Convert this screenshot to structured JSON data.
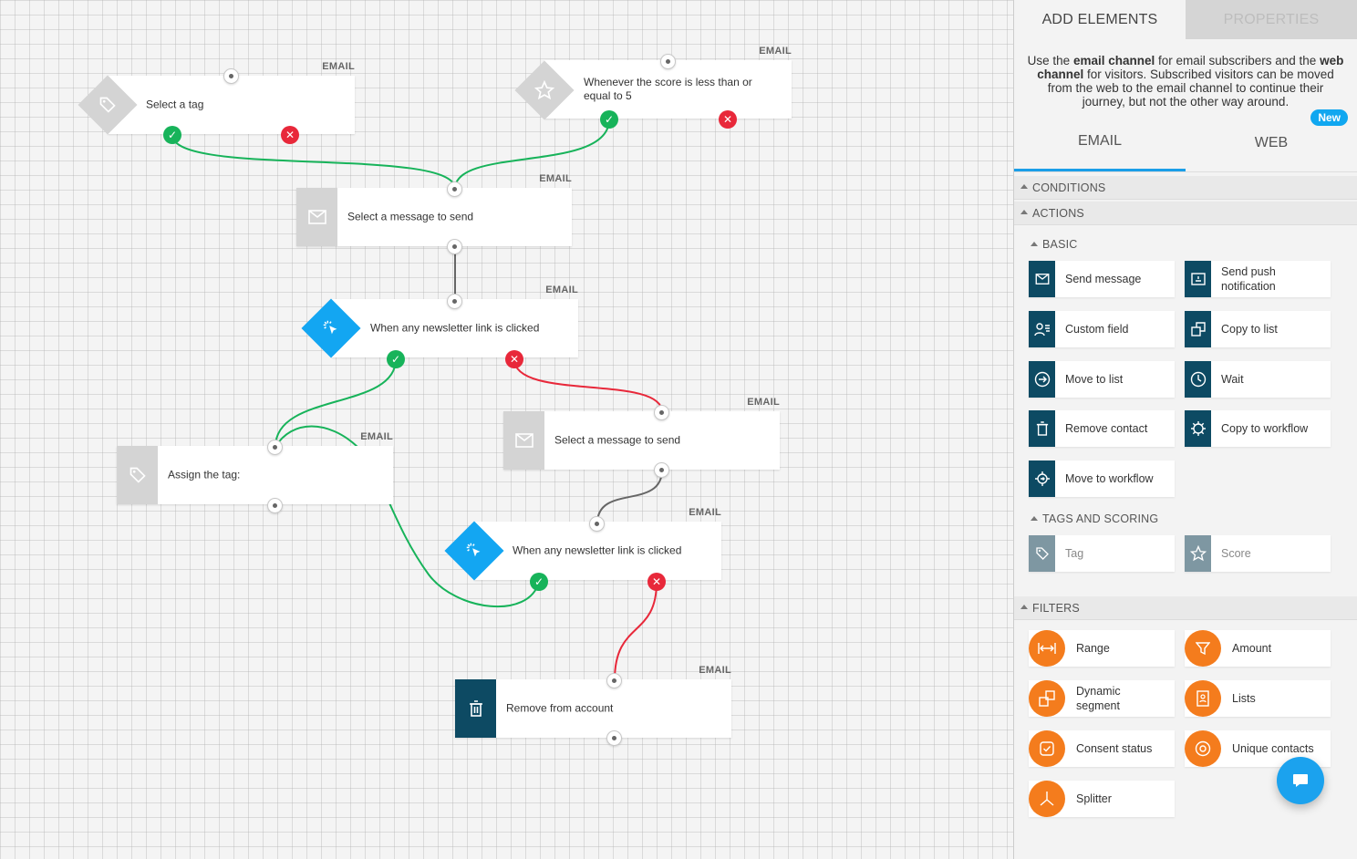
{
  "canvas": {
    "nodes": {
      "select_tag": {
        "channel": "EMAIL",
        "label": "Select a tag",
        "icon": "tag-icon"
      },
      "score_condition": {
        "channel": "EMAIL",
        "label": "Whenever the score is less than or equal to 5",
        "icon": "star-icon"
      },
      "select_message_1": {
        "channel": "EMAIL",
        "label": "Select a message to send",
        "icon": "envelope-icon"
      },
      "link_clicked_1": {
        "channel": "EMAIL",
        "label": "When any newsletter link is clicked",
        "icon": "cursor-click-icon"
      },
      "select_message_2": {
        "channel": "EMAIL",
        "label": "Select a message to send",
        "icon": "envelope-icon"
      },
      "assign_tag": {
        "channel": "EMAIL",
        "label": "Assign the tag:",
        "icon": "tag-icon"
      },
      "link_clicked_2": {
        "channel": "EMAIL",
        "label": "When any newsletter link is clicked",
        "icon": "cursor-click-icon"
      },
      "remove_account": {
        "channel": "EMAIL",
        "label": "Remove from account",
        "icon": "trash-icon"
      }
    },
    "colors": {
      "yes": "#17b35a",
      "no": "#e8283a",
      "neutral": "#666666",
      "diamond": "#13a6f2",
      "dark": "#0d4a63",
      "inactive": "#d4d4d4"
    }
  },
  "panel": {
    "tabs": {
      "add_elements": "ADD ELEMENTS",
      "properties": "PROPERTIES"
    },
    "intro": {
      "p1": "Use the ",
      "b1": "email channel",
      "p2": " for email subscribers and the ",
      "b2": "web channel",
      "p3": " for visitors. Subscribed visitors can be moved from the web to the email channel to continue their journey, but not the other way around."
    },
    "channels": {
      "email": "EMAIL",
      "web": "WEB",
      "new_badge": "New"
    },
    "sections": {
      "conditions": "CONDITIONS",
      "actions": "ACTIONS",
      "basic": "BASIC",
      "tags_scoring": "TAGS AND SCORING",
      "filters": "FILTERS"
    },
    "basic_items": [
      {
        "label": "Send message",
        "icon": "envelope-icon"
      },
      {
        "label": "Send push notification",
        "icon": "push-notification-icon"
      },
      {
        "label": "Custom field",
        "icon": "user-field-icon"
      },
      {
        "label": "Copy to list",
        "icon": "copy-icon"
      },
      {
        "label": "Move to list",
        "icon": "arrow-circle-icon"
      },
      {
        "label": "Wait",
        "icon": "clock-icon"
      },
      {
        "label": "Remove contact",
        "icon": "trash-icon"
      },
      {
        "label": "Copy to workflow",
        "icon": "gear-copy-icon"
      },
      {
        "label": "Move to workflow",
        "icon": "gear-move-icon"
      }
    ],
    "tag_items": [
      {
        "label": "Tag",
        "icon": "tag-icon"
      },
      {
        "label": "Score",
        "icon": "star-icon"
      }
    ],
    "filter_items": [
      {
        "label": "Range",
        "icon": "range-icon"
      },
      {
        "label": "Amount",
        "icon": "funnel-icon"
      },
      {
        "label": "Dynamic segment",
        "icon": "segment-icon"
      },
      {
        "label": "Lists",
        "icon": "list-book-icon"
      },
      {
        "label": "Consent status",
        "icon": "consent-check-icon"
      },
      {
        "label": "Unique contacts",
        "icon": "at-icon"
      },
      {
        "label": "Splitter",
        "icon": "splitter-icon"
      }
    ],
    "chat_icon": "chat-icon"
  }
}
